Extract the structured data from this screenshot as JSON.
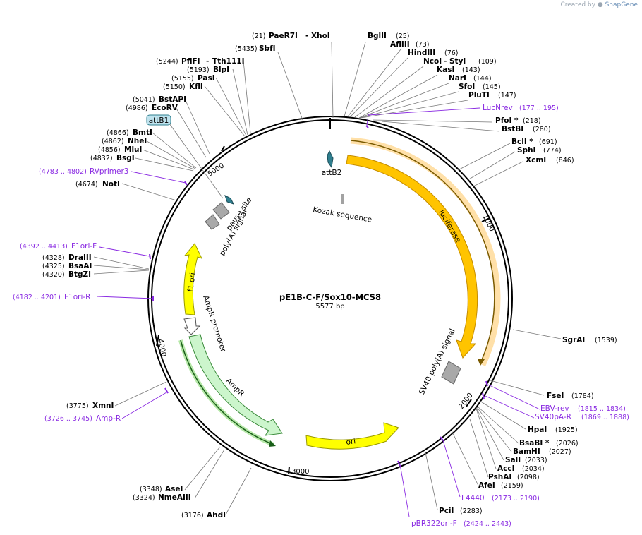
{
  "credit": {
    "prefix": "Created by",
    "brand": "SnapGene"
  },
  "plasmid": {
    "name": "pE1B-C-F/Sox10-MCS8",
    "length": "5577 bp"
  },
  "ticks": [
    "1000",
    "2000",
    "3000",
    "4000",
    "5000"
  ],
  "enzymes": [
    {
      "pos": "(21)",
      "name": "PaeR7I",
      "name2": "XhoI"
    },
    {
      "pos": "(25)",
      "name": "BglII"
    },
    {
      "pos": "(73)",
      "name": "AflIII"
    },
    {
      "pos": "(76)",
      "name": "HindIII"
    },
    {
      "pos": "(109)",
      "name": "NcoI",
      "name2": "StyI"
    },
    {
      "pos": "(143)",
      "name": "KasI"
    },
    {
      "pos": "(144)",
      "name": "NarI"
    },
    {
      "pos": "(145)",
      "name": "SfoI"
    },
    {
      "pos": "(147)",
      "name": "PluTI"
    },
    {
      "pos": "(218)",
      "name": "PfoI *"
    },
    {
      "pos": "(280)",
      "name": "BstBI"
    },
    {
      "pos": "(691)",
      "name": "BclI *"
    },
    {
      "pos": "(774)",
      "name": "SphI"
    },
    {
      "pos": "(846)",
      "name": "XcmI"
    },
    {
      "pos": "(1539)",
      "name": "SgrAI"
    },
    {
      "pos": "(1784)",
      "name": "FseI"
    },
    {
      "pos": "(1925)",
      "name": "HpaI"
    },
    {
      "pos": "(2026)",
      "name": "BsaBI *"
    },
    {
      "pos": "(2027)",
      "name": "BamHI"
    },
    {
      "pos": "(2033)",
      "name": "SalI"
    },
    {
      "pos": "(2034)",
      "name": "AccI"
    },
    {
      "pos": "(2098)",
      "name": "PshAI"
    },
    {
      "pos": "(2159)",
      "name": "AfeI"
    },
    {
      "pos": "(2283)",
      "name": "PciI"
    },
    {
      "pos": "(3176)",
      "name": "AhdI"
    },
    {
      "pos": "(3324)",
      "name": "NmeAIII"
    },
    {
      "pos": "(3348)",
      "name": "AseI"
    },
    {
      "pos": "(3775)",
      "name": "XmnI"
    },
    {
      "pos": "(4320)",
      "name": "BtgZI"
    },
    {
      "pos": "(4325)",
      "name": "BsaAI"
    },
    {
      "pos": "(4328)",
      "name": "DraIII"
    },
    {
      "pos": "(4674)",
      "name": "NotI"
    },
    {
      "pos": "(4832)",
      "name": "BsgI"
    },
    {
      "pos": "(4856)",
      "name": "MluI"
    },
    {
      "pos": "(4862)",
      "name": "NheI"
    },
    {
      "pos": "(4866)",
      "name": "BmtI"
    },
    {
      "pos": "(4986)",
      "name": "EcoRV"
    },
    {
      "pos": "(5041)",
      "name": "BstAPI"
    },
    {
      "pos": "(5150)",
      "name": "KflI"
    },
    {
      "pos": "(5155)",
      "name": "PasI"
    },
    {
      "pos": "(5193)",
      "name": "BlpI"
    },
    {
      "pos": "(5244)",
      "name": "PflFI",
      "name2": "Tth111I"
    },
    {
      "pos": "(5435)",
      "name": "SbfI"
    }
  ],
  "primers": [
    {
      "name": "LucNrev",
      "range": "(177 .. 195)"
    },
    {
      "name": "EBV-rev",
      "range": "(1815 .. 1834)"
    },
    {
      "name": "SV40pA-R",
      "range": "(1869 .. 1888)"
    },
    {
      "name": "L4440",
      "range": "(2173 .. 2190)"
    },
    {
      "name": "pBR322ori-F",
      "range": "(2424 .. 2443)"
    },
    {
      "name": "Amp-R",
      "range": "(3726 .. 3745)"
    },
    {
      "name": "F1ori-R",
      "range": "(4182 .. 4201)"
    },
    {
      "name": "F1ori-F",
      "range": "(4392 .. 4413)"
    },
    {
      "name": "RVprimer3",
      "range": "(4783 .. 4802)"
    }
  ],
  "features": {
    "attB1": "attB1",
    "attB2": "attB2",
    "kozak": "Kozak sequence",
    "luciferase": "luciferase",
    "sv40": "SV40 poly(A) signal",
    "ori": "ori",
    "ampr": "AmpR",
    "ampr_promoter": "AmpR promoter",
    "f1ori": "f1 ori",
    "polya": "poly(A) signal",
    "pause": "pause site"
  },
  "colors": {
    "luciferase": "#ffc400",
    "ori": "#ffff00",
    "f1ori": "#ffff00",
    "ampr": "#ccf5cc",
    "primer": "#8a2be2",
    "att": "#2f7f8f",
    "terminator": "#a9a9a9"
  }
}
